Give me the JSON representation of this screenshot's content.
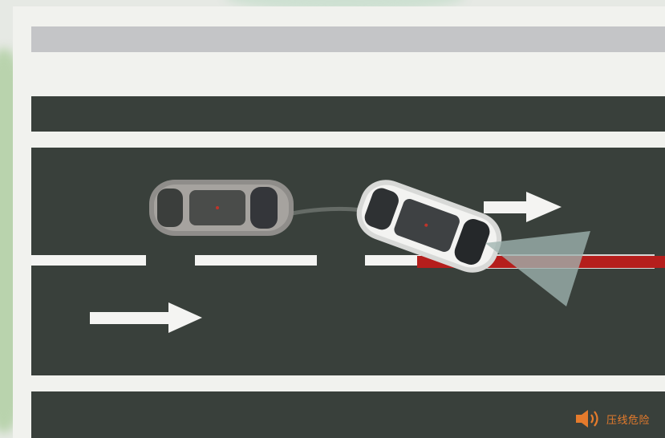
{
  "warning": {
    "label": "压线危险",
    "icon": "speaker-icon"
  },
  "colors": {
    "road": "#39403b",
    "lane_marking": "#f4f4f2",
    "warning_line": "#b51e1c",
    "warning_text": "#e57b2c",
    "sensor_cone": "#9fb3b0",
    "top_stripe": "#c4c5c7"
  },
  "scene": {
    "lanes": 2,
    "direction_arrows": 2,
    "vehicles": [
      "ghost-car",
      "active-car"
    ]
  }
}
